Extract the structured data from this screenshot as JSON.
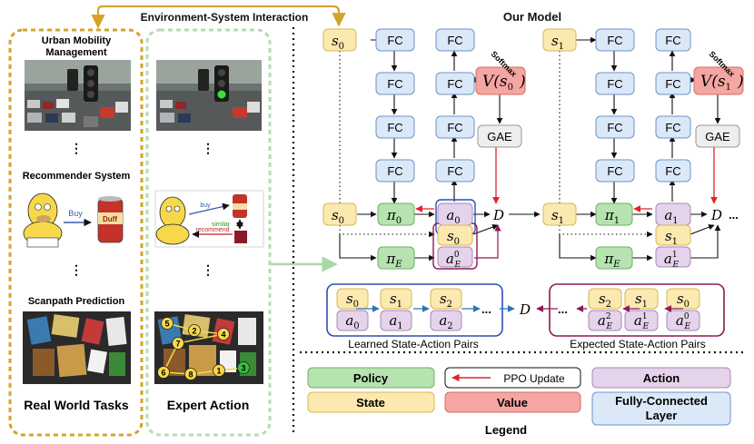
{
  "header": {
    "interaction_label": "Environment-System Interaction",
    "model_title": "Our Model"
  },
  "left_panel": {
    "task1_title_line1": "Urban Mobility",
    "task1_title_line2": "Management",
    "task2_title": "Recommender System",
    "task3_title": "Scanpath Prediction",
    "buy_label": "Buy",
    "can_label": "Duff",
    "footer": "Real World Tasks",
    "ellipsis": "⋮"
  },
  "middle_panel": {
    "buy_label": "buy",
    "similar_label": "similar",
    "recommend_label": "recommend",
    "footer": "Expert Action",
    "ellipsis": "⋮",
    "scanpath_numbers": [
      "1",
      "2",
      "3",
      "4",
      "5",
      "6",
      "7",
      "8"
    ]
  },
  "model": {
    "fc_label": "FC",
    "softmax_label": "Softmax",
    "gae_label": "GAE",
    "d_label": "D",
    "dots": "...",
    "value0": "V(s",
    "value0_sub": "0",
    "value1": "V(s",
    "value1_sub": "1",
    "s_label": "s",
    "a_label": "a",
    "pi_label": "π",
    "sub0": "0",
    "sub1": "1",
    "sub2": "2",
    "subE": "E",
    "learned_caption": "Learned State-Action Pairs",
    "expected_caption": "Expected State-Action Pairs"
  },
  "legend": {
    "policy": "Policy",
    "ppo": "PPO Update",
    "action": "Action",
    "state": "State",
    "value": "Value",
    "fc": "Fully-Connected Layer",
    "fc_line1": "Fully-Connected",
    "fc_line2": "Layer",
    "title": "Legend"
  },
  "colors": {
    "fc_fill": "#dbe8f8",
    "fc_stroke": "#6d93c8",
    "state_fill": "#fbe9b0",
    "state_stroke": "#d9b752",
    "policy_fill": "#b6e3b0",
    "policy_stroke": "#6fb066",
    "action_fill": "#e4d3ea",
    "action_stroke": "#a888b8",
    "value_fill": "#f5a6a2",
    "value_stroke": "#d66a64",
    "gae_fill": "#eeeeee",
    "gae_stroke": "#999999",
    "gold": "#d4a32a",
    "green_dash": "#b3ddb3",
    "ppo_red": "#e0242a",
    "blue_box": "#2a4fb8",
    "purple_box": "#8b1a55"
  }
}
